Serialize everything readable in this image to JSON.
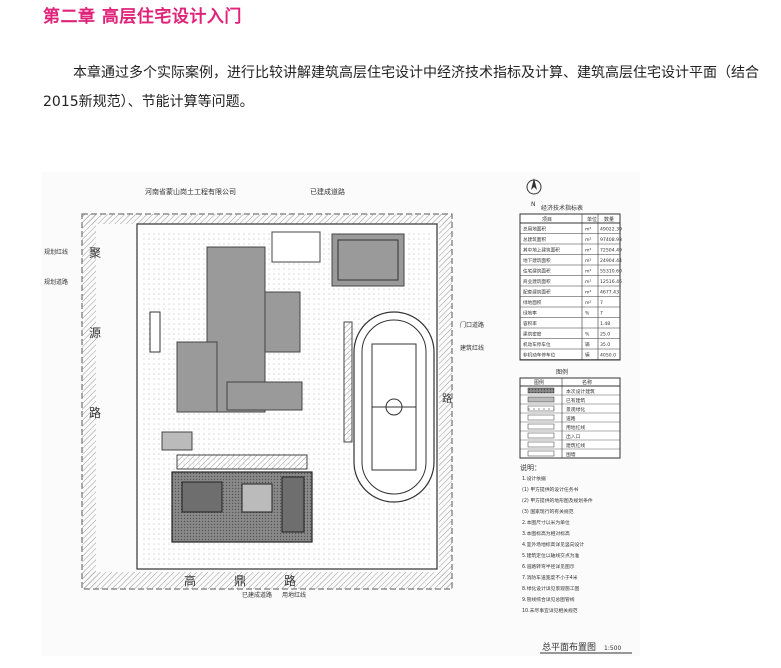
{
  "heading": "第二章 高层住宅设计入门",
  "intro": "本章通过多个实际案例，进行比较讲解建筑高层住宅设计中经济技术指标及计算、建筑高层住宅设计平面（结合2015新规范）、节能计算等问题。",
  "drawing": {
    "top_label": "河南省蒙山岗土工程有限公司",
    "north_gate_label": "已建成道路",
    "road_left": [
      "聚",
      "源",
      "路"
    ],
    "road_bottom": [
      "高",
      "鼎",
      "路"
    ],
    "road_right": "路",
    "left_notes": [
      "规划红线",
      "规划道路"
    ],
    "right_notes": [
      "门口道路",
      "建筑红线"
    ],
    "bottom_notes": [
      "已建成道路",
      "用地红线"
    ],
    "north_symbol": "N",
    "table_title": "经济技术指标表",
    "table_headers": [
      "项目",
      "单位",
      "数量"
    ],
    "table_rows": [
      [
        "总用地面积",
        "m²",
        "49022.39"
      ],
      [
        "总建筑面积",
        "m²",
        "97408.93"
      ],
      [
        "其中地上建筑面积",
        "m²",
        "72504.49"
      ],
      [
        "地下建筑面积",
        "m²",
        "24904.44"
      ],
      [
        "住宅建筑面积",
        "m²",
        "55310.60"
      ],
      [
        "商业建筑面积",
        "m²",
        "12516.46"
      ],
      [
        "配套建筑面积",
        "m²",
        "4677.43"
      ],
      [
        "绿地面积",
        "m²",
        "7"
      ],
      [
        "绿地率",
        "%",
        "7"
      ],
      [
        "容积率",
        "",
        "1.48"
      ],
      [
        "建筑密度",
        "%",
        "25.0"
      ],
      [
        "机动车停车位",
        "辆",
        "35.0"
      ],
      [
        "非机动车停车位",
        "辆",
        "4050.0"
      ]
    ],
    "legend_title": "图例",
    "legend_headers": [
      "图例",
      "名称"
    ],
    "legend_rows": [
      "本次设计建筑",
      "已有建筑",
      "景观绿化",
      "道路",
      "用地红线",
      "出入口",
      "建筑红线",
      "围墙"
    ],
    "notes_title": "说明：",
    "notes": [
      "1.设计依据",
      "(1) 甲方提供的设计任务书",
      "(2) 甲方提供的地形图及规划条件",
      "(3) 国家现行的有关规范",
      "2.本图尺寸以米为单位",
      "3.本图标高为相对标高",
      "4.室外场地标高详见竖向设计",
      "5.建筑定位以轴线交点为准",
      "6.道路转弯半径详见图示",
      "7.消防车道宽度不小于4米",
      "8.绿化设计详见景观施工图",
      "9.管线综合详见总图管线",
      "10.未尽事宜详见相关规范"
    ],
    "plan_title": "总平面布置图",
    "plan_scale": "1:500"
  }
}
